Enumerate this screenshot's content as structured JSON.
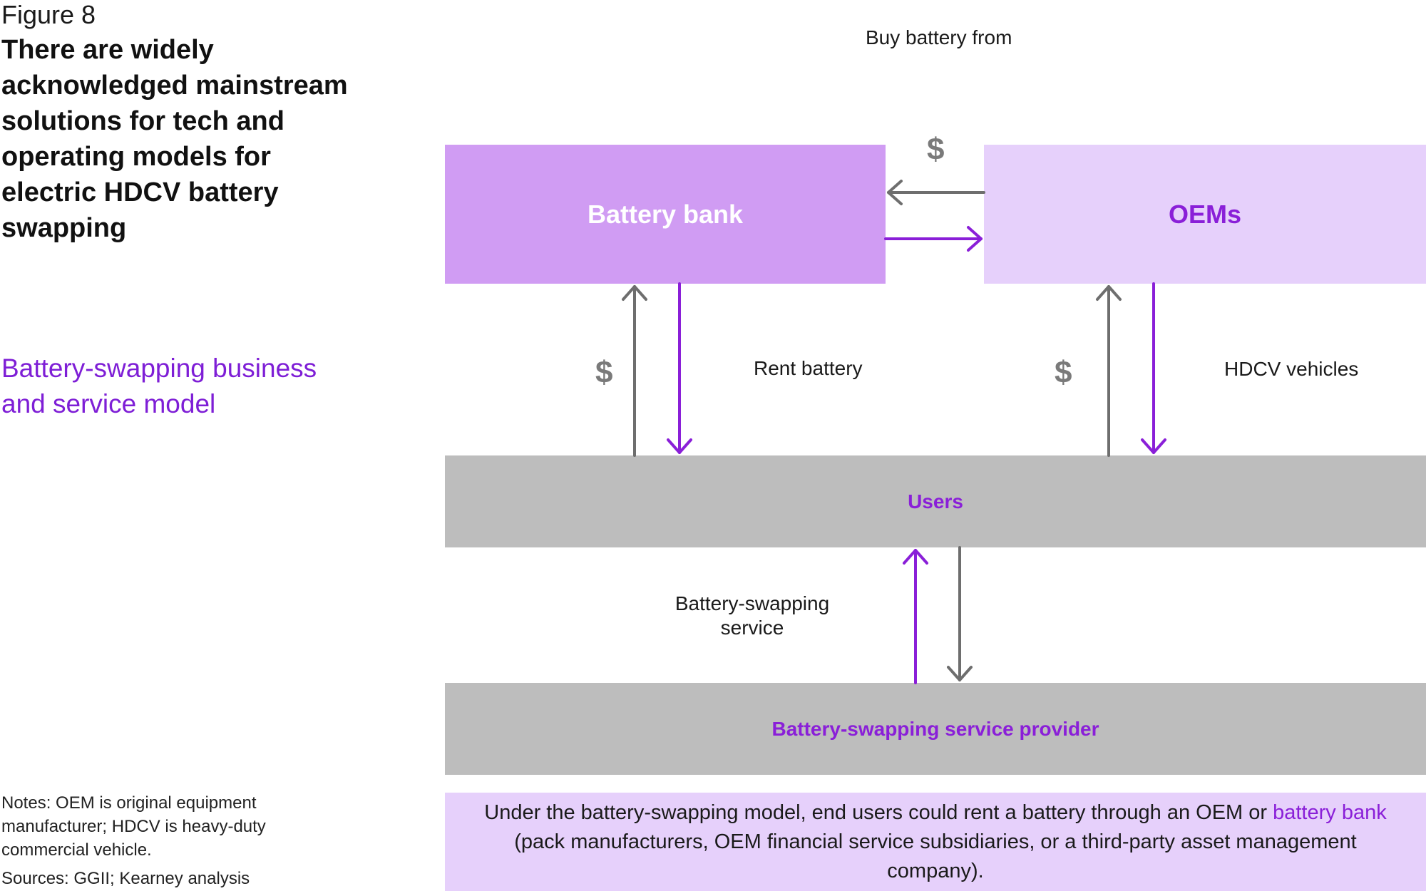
{
  "figure": {
    "label": "Figure 8",
    "title": "There are widely acknowledged mainstream solutions for tech and operating models for electric HDCV battery swapping",
    "subtitle": "Battery-swapping business and service model",
    "notes": "Notes: OEM is original equipment manufacturer; HDCV is heavy-duty commercial vehicle.",
    "sources": "Sources: GGII; Kearney analysis"
  },
  "nodes": {
    "battery_bank": "Battery bank",
    "oems": "OEMs",
    "users": "Users",
    "provider": "Battery-swapping service provider"
  },
  "edge_labels": {
    "buy_battery": "Buy battery from",
    "rent_battery": "Rent battery",
    "hdcv_vehicles": "HDCV vehicles",
    "swap_service": "Battery-swapping service",
    "dollar": "$"
  },
  "explanation": {
    "part1": "Under the battery-swapping model, end users could rent a battery through an OEM or",
    "highlight": "battery bank",
    "part2": "(pack manufacturers, OEM financial service subsidiaries, or a third-party asset management company)."
  },
  "colors": {
    "purple": "#8a1fd8",
    "gray_arrow": "#6e6e6e",
    "battery_bank_fill": "#d09cf3",
    "oem_fill": "#e6d0fb",
    "users_fill": "#bdbdbd"
  }
}
